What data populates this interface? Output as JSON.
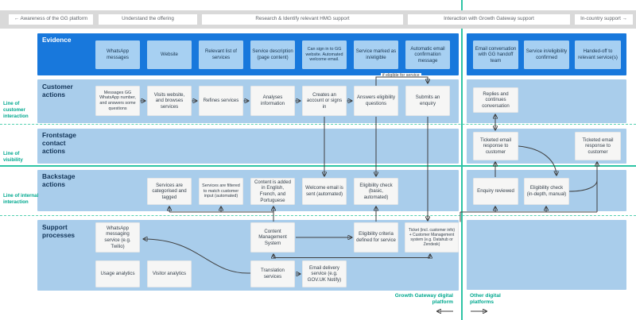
{
  "colors": {
    "evidence_blue": "#1878dc",
    "evidence_box_blue": "#a7d0f2",
    "row_light_blue": "#a9cdeb",
    "teal_line": "#2ec4a5",
    "teal_text": "#00a88f",
    "phase_bar_gray": "#d9d9d9",
    "arrow": "#404040"
  },
  "phases": [
    {
      "label": "← Awareness of the GG platform"
    },
    {
      "label": "Understand the offering"
    },
    {
      "label": "Research & Identify relevant HMG support"
    },
    {
      "label": "Interaction with Growth Gateway support"
    },
    {
      "label": "In-country support →"
    }
  ],
  "lane_lines": {
    "customer_interaction": "Line of customer interaction",
    "visibility": "Line of visibility",
    "internal_interaction": "Line of internal interaction"
  },
  "rows": {
    "evidence": {
      "label": "Evidence",
      "items": [
        {
          "label": "WhatsApp messages"
        },
        {
          "label": "Website"
        },
        {
          "label": "Relevant list of services"
        },
        {
          "label": "Service description (page content)"
        },
        {
          "label": "Can sign in to GG website. Automated welcome email."
        },
        {
          "label": "Service marked as in/eligible"
        },
        {
          "label": "Automatic email confirmation message"
        }
      ],
      "right_items": [
        {
          "label": "Email conversation with GG handoff team"
        },
        {
          "label": "Service in/eligibility confirmed"
        },
        {
          "label": "Handed-off to relevant service(s)"
        }
      ]
    },
    "customer": {
      "label": "Customer actions",
      "items": [
        {
          "label": "Messages GG WhatsApp number, and answers some questions"
        },
        {
          "label": "Visits website, and browses services"
        },
        {
          "label": "Refines services"
        },
        {
          "label": "Analyses information"
        },
        {
          "label": "Creates an account or signs in"
        },
        {
          "label": "Answers eligibility questions"
        },
        {
          "label": "Submits an enquiry"
        }
      ],
      "right_items": [
        {
          "label": "Replies and continues conversation"
        }
      ]
    },
    "frontstage": {
      "label": "Frontstage contact actions",
      "right_items": [
        {
          "label": "Ticketed email response to customer"
        },
        {
          "label": "Ticketed email response to customer"
        }
      ]
    },
    "backstage": {
      "label": "Backstage actions",
      "items": [
        {
          "label": "Services are categorised and tagged"
        },
        {
          "label": "Services are filtered to match customer input (automated)"
        },
        {
          "label": "Content is added in English, French, and Portuguese"
        },
        {
          "label": "Welcome email is sent (automated)"
        },
        {
          "label": "Eligibility check (basic, automated)"
        }
      ],
      "right_items": [
        {
          "label": "Enquiry reviewed"
        },
        {
          "label": "Eligibility check (in-depth, manual)"
        }
      ]
    },
    "support": {
      "label": "Support processes",
      "items": [
        {
          "label": "WhatsApp messaging service (e.g. Twilio)"
        },
        {
          "label": "Usage analytics"
        },
        {
          "label": "Visitor analytics"
        },
        {
          "label": "Content Management System"
        },
        {
          "label": "Translation services"
        },
        {
          "label": "Email delivery service (e.g. GOV.UK Notify)"
        },
        {
          "label": "Eligibility criteria defined for service"
        },
        {
          "label": "Ticket (incl. customer info) + Customer Management system (e.g. Datahub or Zendesk)"
        }
      ]
    }
  },
  "annotations": {
    "if_eligible": "if eligible for service"
  },
  "footer": {
    "left_platform": "Growth Gateway digital platform",
    "right_platform": "Other digital platforms"
  }
}
